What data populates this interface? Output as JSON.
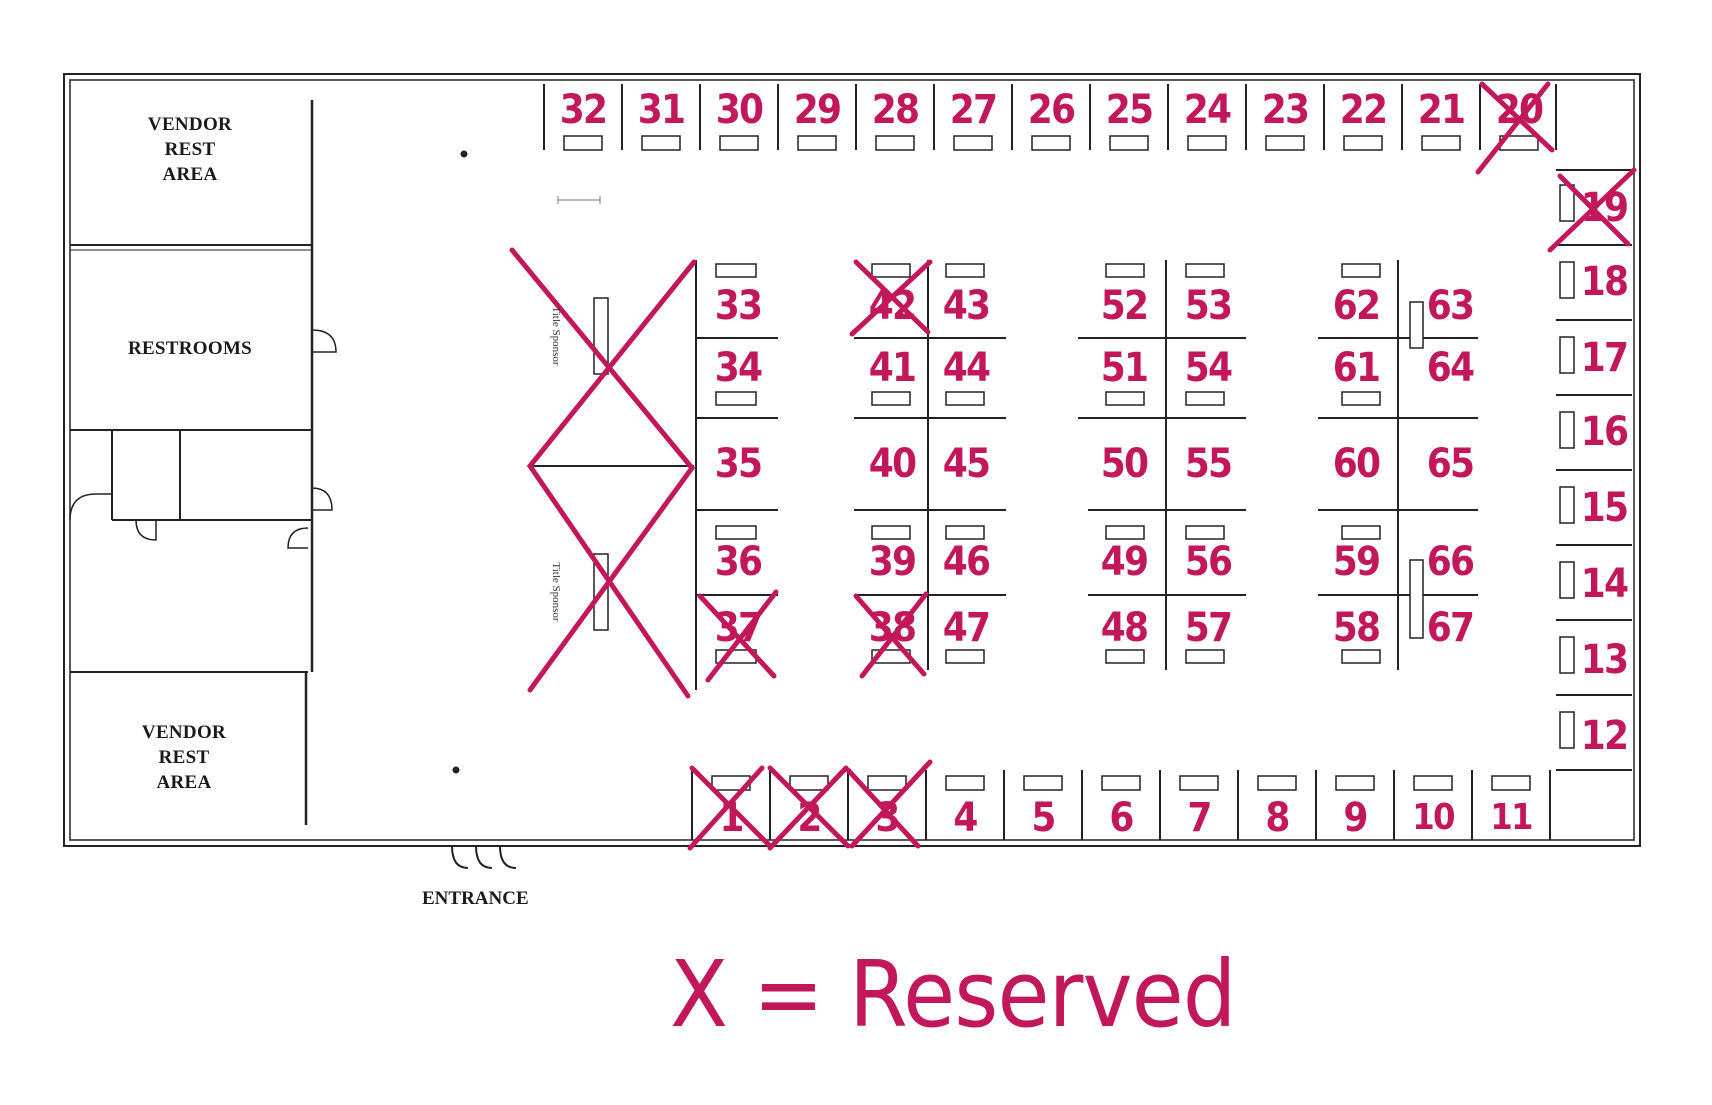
{
  "rooms": {
    "vendor_rest_top": [
      "VENDOR",
      "REST",
      "AREA"
    ],
    "restrooms": "RESTROOMS",
    "vendor_rest_bottom": [
      "VENDOR",
      "REST",
      "AREA"
    ],
    "entrance": "ENTRANCE"
  },
  "sponsor_labels": [
    "Title Sponsor",
    "Title Sponsor"
  ],
  "booths": {
    "top_row": [
      "32",
      "31",
      "30",
      "29",
      "28",
      "27",
      "26",
      "25",
      "24",
      "23",
      "22",
      "21",
      "20"
    ],
    "right_column": [
      "19",
      "18",
      "17",
      "16",
      "15",
      "14",
      "13",
      "12"
    ],
    "bottom_row": [
      "1",
      "2",
      "3",
      "4",
      "5",
      "6",
      "7",
      "8",
      "9",
      "10",
      "11"
    ],
    "island_a": [
      "33",
      "34",
      "35",
      "36",
      "37"
    ],
    "island_b_left": [
      "42",
      "41",
      "40",
      "39",
      "38"
    ],
    "island_b_right": [
      "43",
      "44",
      "45",
      "46",
      "47"
    ],
    "island_c_left": [
      "52",
      "51",
      "50",
      "49",
      "48"
    ],
    "island_c_right": [
      "53",
      "54",
      "55",
      "56",
      "57"
    ],
    "island_d_left": [
      "62",
      "61",
      "60",
      "59",
      "58"
    ],
    "island_d_right": [
      "63",
      "64",
      "65",
      "66",
      "67"
    ]
  },
  "reserved": [
    "1",
    "2",
    "3",
    "20",
    "19",
    "42",
    "37",
    "38",
    "title-sponsor-area"
  ],
  "legend": "X = Reserved",
  "colors": {
    "ink": "#c2185b",
    "line": "#222222"
  }
}
